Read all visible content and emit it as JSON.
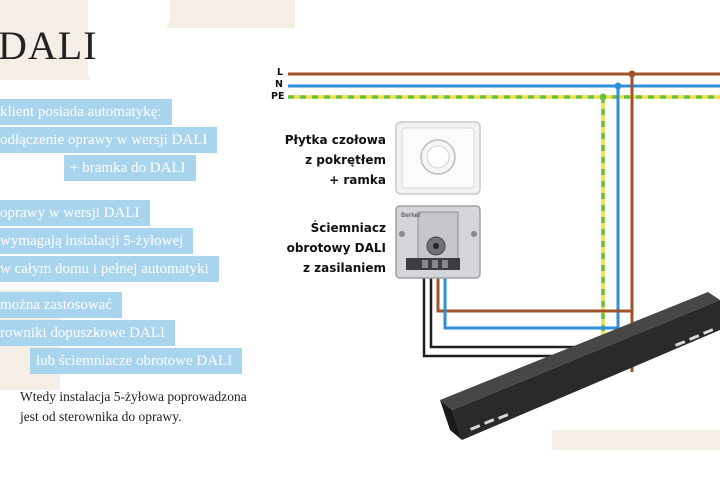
{
  "title": "DALI",
  "highlights": [
    "klient posiada automatykę:",
    "odłączenie oprawy w wersji DALI",
    "+ bramka do DALI",
    "oprawy w wersji DALI",
    "wymagają instalacji 5-żyłowej",
    "w całym domu i pełnej automatyki",
    "można zastosować",
    "rowniki dopuszkowe DALI",
    "lub ściemniacze obrotowe DALI"
  ],
  "note": "Wtedy instalacja 5-żyłowa poprowadzona jest od sterownika do oprawy.",
  "wires": {
    "l": "L",
    "n": "N",
    "pe": "PE"
  },
  "device_labels": {
    "plate": [
      "Płytka czołowa",
      "z pokrętłem",
      "+ ramka"
    ],
    "dimmer": [
      "Ściemniacz",
      "obrotowy DALI",
      "z zasilaniem"
    ]
  },
  "dimmer_brand": "Berker",
  "colors": {
    "brown": "#a0522d",
    "blue": "#2f8fd8",
    "yellow": "#e9e24a",
    "green": "#6cbf3a",
    "black": "#1e1e1e",
    "highlight": "#a9d4ee",
    "beige": "#f4eee6"
  }
}
